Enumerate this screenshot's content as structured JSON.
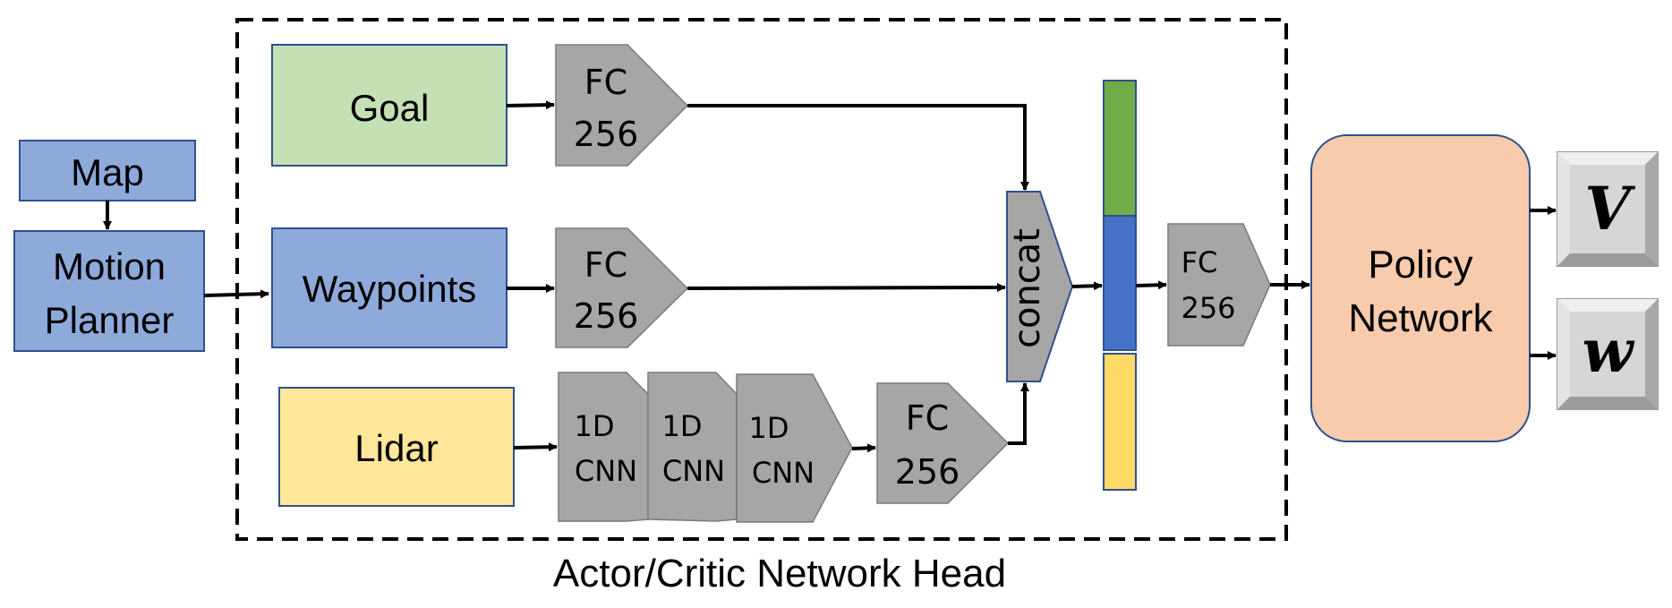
{
  "inputs": {
    "map": "Map",
    "motion_planner": [
      "Motion",
      "Planner"
    ],
    "goal": "Goal",
    "waypoints": "Waypoints",
    "lidar": "Lidar"
  },
  "fc_layers": {
    "goal_fc": [
      "FC",
      "256"
    ],
    "waypoints_fc": [
      "FC",
      "256"
    ],
    "lidar_fc": [
      "FC",
      "256"
    ],
    "post_concat_fc": [
      "FC",
      "256"
    ]
  },
  "cnn_layers": [
    [
      "1D",
      "CNN"
    ],
    [
      "1D",
      "CNN"
    ],
    [
      "1D",
      "CNN"
    ]
  ],
  "concat": "concat",
  "policy": [
    "Policy",
    "Network"
  ],
  "outputs": {
    "value": "V",
    "omega": "w"
  },
  "head_caption": "Actor/Critic Network Head",
  "colors": {
    "blue_box": "#8eaadb",
    "goal_green": "#c5e0b4",
    "lidar_yellow": "#ffe699",
    "fc_gray": "#a6a6a6",
    "feature_green": "#70ad47",
    "feature_blue": "#4472c4",
    "feature_yellow": "#ffd966",
    "policy_peach": "#f8cbad",
    "output_key": "#d9d9d9"
  }
}
